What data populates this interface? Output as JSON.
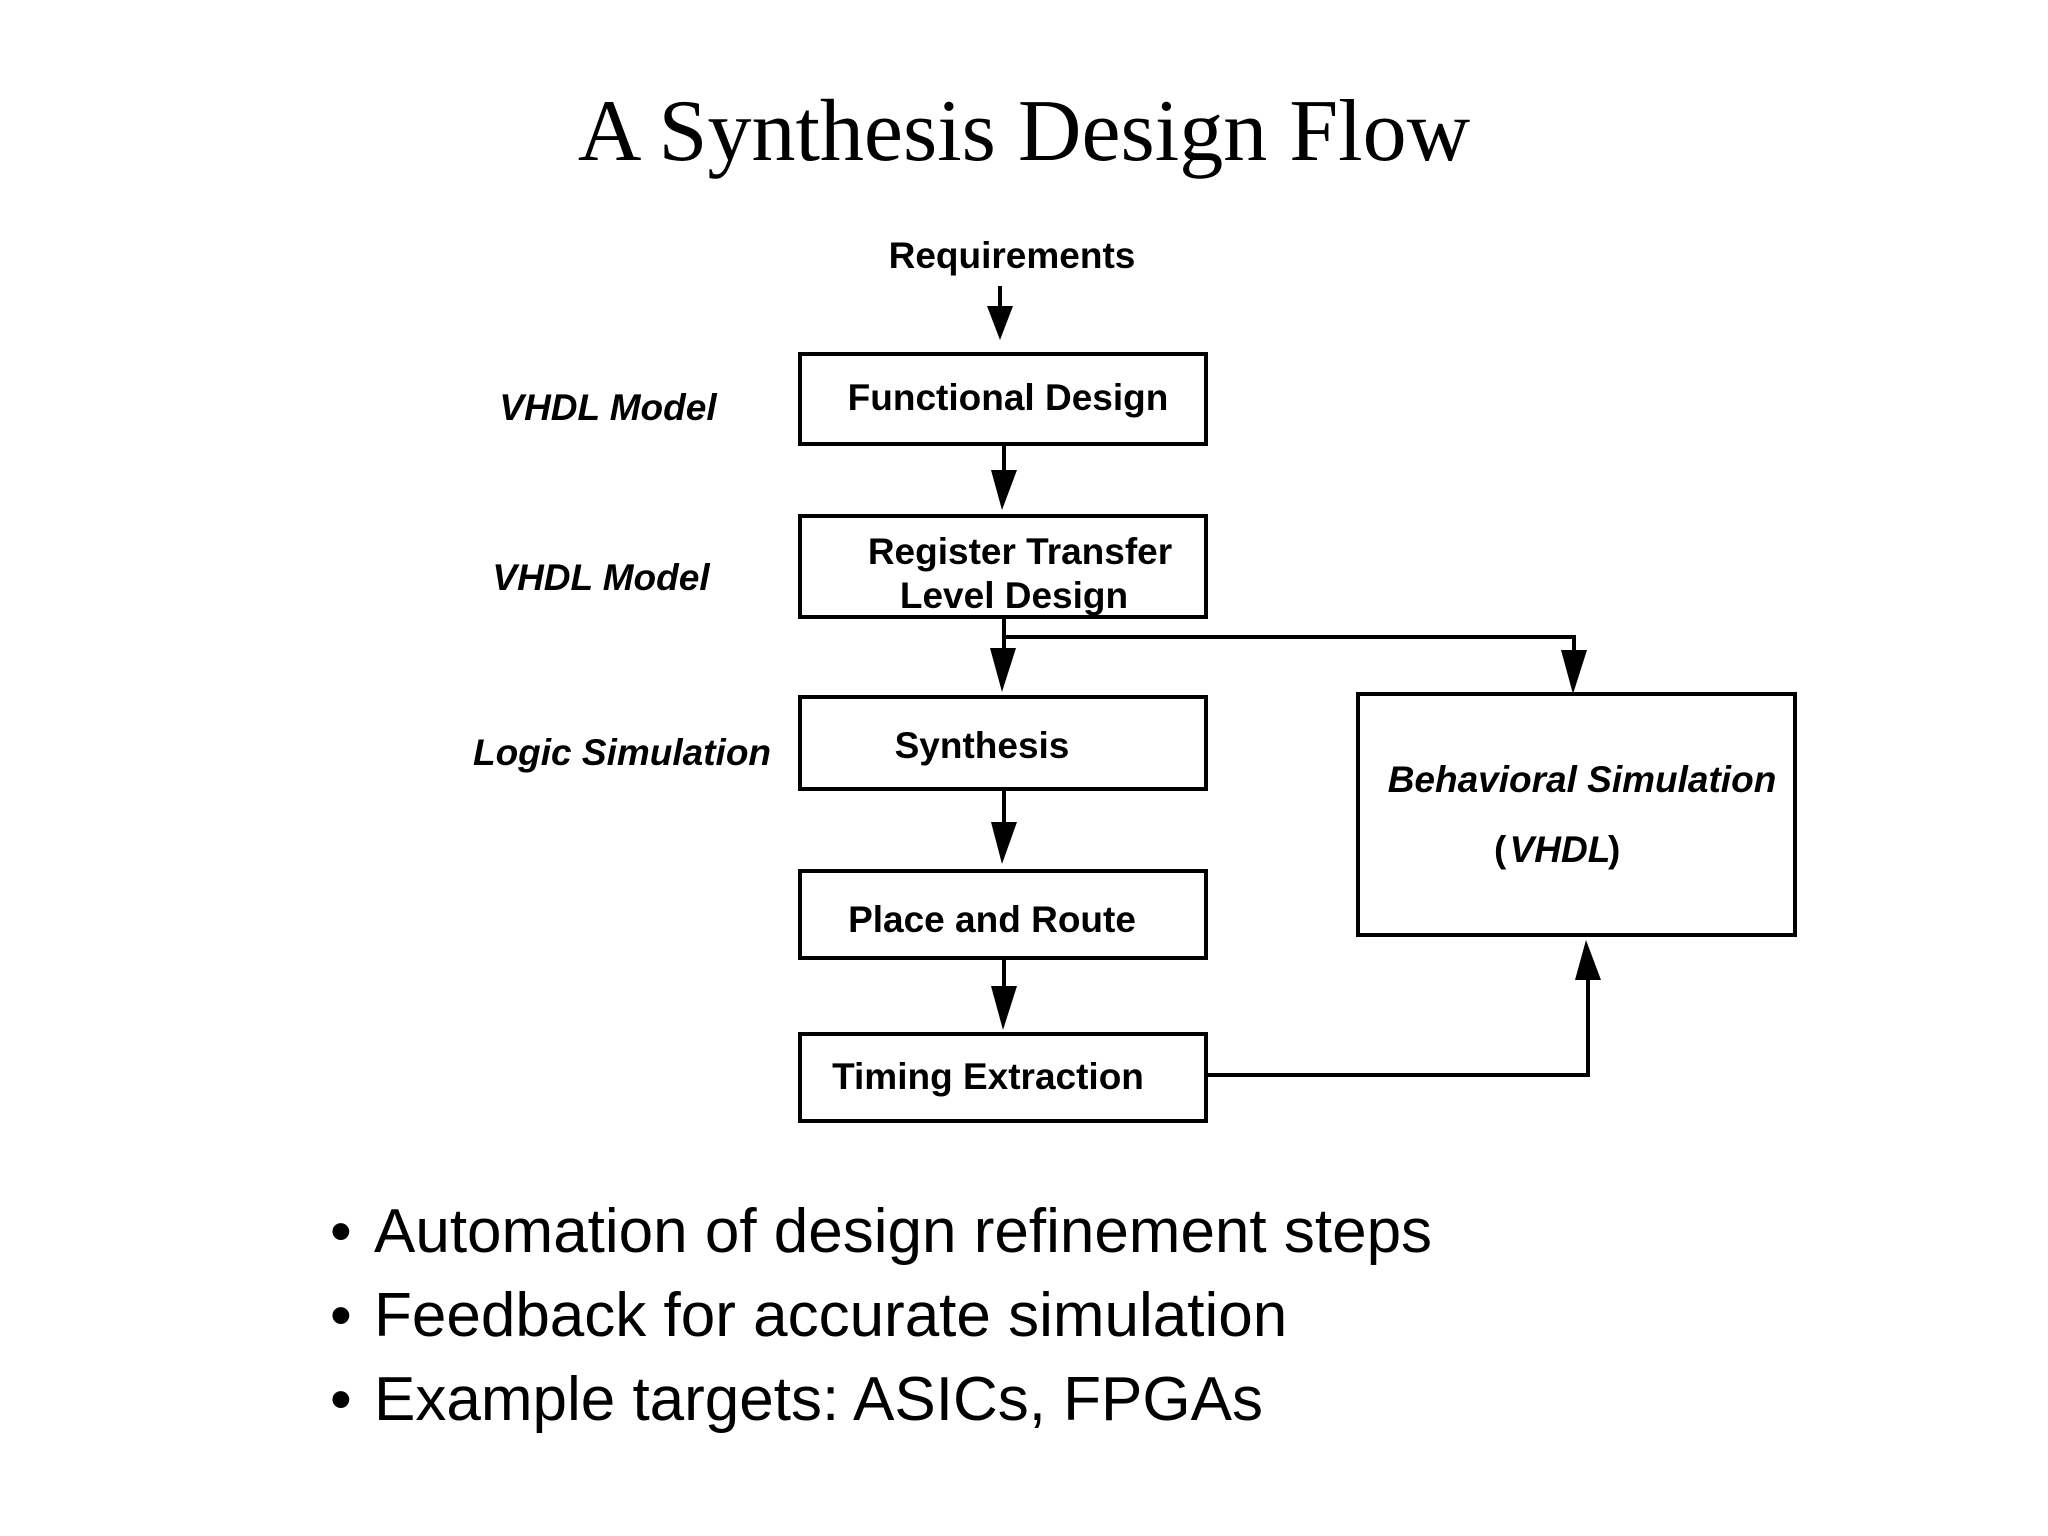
{
  "title": "A Synthesis Design Flow",
  "diagram": {
    "input_label": "Requirements",
    "steps": [
      {
        "id": "functional",
        "lines": [
          "Functional Design"
        ]
      },
      {
        "id": "rtl",
        "lines": [
          "Register Transfer",
          "Level Design"
        ]
      },
      {
        "id": "synthesis",
        "lines": [
          "Synthesis"
        ]
      },
      {
        "id": "place_route",
        "lines": [
          "Place and Route"
        ]
      },
      {
        "id": "timing",
        "lines": [
          "Timing Extraction"
        ]
      }
    ],
    "side_labels": [
      "VHDL Model",
      "VHDL Model",
      "Logic Simulation"
    ],
    "behavioral_box": {
      "line1": "Behavioral Simulation",
      "line2_open": "(",
      "line2_text": "VHDL",
      "line2_close": ")"
    }
  },
  "bullets": [
    "Automation of design refinement steps",
    "Feedback for accurate simulation",
    "Example targets: ASICs, FPGAs"
  ]
}
